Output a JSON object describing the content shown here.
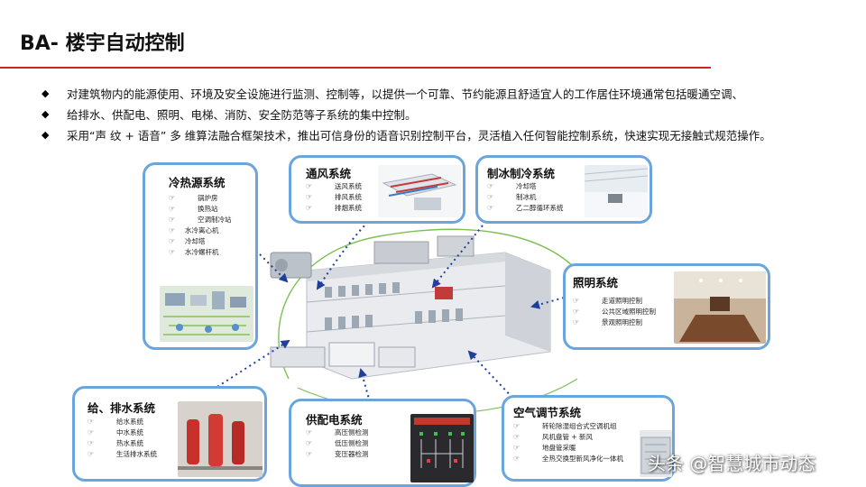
{
  "header": {
    "title": "BA- 楼宇自动控制"
  },
  "bullets": [
    "对建筑物内的能源使用、环境及安全设施进行监测、控制等，以提供一个可靠、节约能源且舒适宜人的工作居住环境通常包括暖通空调、",
    "给排水、供配电、照明、电梯、消防、安全防范等子系统的集中控制。",
    "采用“声 纹 + 语音” 多 维算法融合框架技术，推出可信身份的语音识别控制平台，灵活植入任何智能控制系统，快速实现无接触式规范操作。"
  ],
  "panels": {
    "heating": {
      "title": "冷热源系统",
      "items": [
        "锅炉房",
        "换热站",
        "空调制冷站",
        "水冷离心机",
        "冷却塔",
        "水冷螺杆机"
      ]
    },
    "ventilation": {
      "title": "通风系统",
      "items": [
        "送风系统",
        "排风系统",
        "排烟系统"
      ]
    },
    "ice": {
      "title": "制冰制冷系统",
      "items": [
        "冷却塔",
        "制冰机",
        "乙二醇循环系统"
      ]
    },
    "lighting": {
      "title": "照明系统",
      "items": [
        "走道照明控制",
        "公共区域照明控制",
        "景观照明控制"
      ]
    },
    "water": {
      "title": "给、排水系统",
      "items": [
        "给水系统",
        "中水系统",
        "热水系统",
        "生活排水系统"
      ]
    },
    "power": {
      "title": "供配电系统",
      "items": [
        "高压侧检测",
        "低压侧检测",
        "变压器检测"
      ]
    },
    "hvac": {
      "title": "空气调节系统",
      "items": [
        "转轮除湿组合式空调机组",
        "风机盘管 + 新风",
        "地盘管采暖",
        "全热交换型新风净化一体机"
      ]
    }
  },
  "watermark": "头条 @智慧城市动态",
  "colors": {
    "accent_red": "#d42020",
    "panel_border": "#6aa5dc",
    "arrow": "#1f3f9a"
  }
}
